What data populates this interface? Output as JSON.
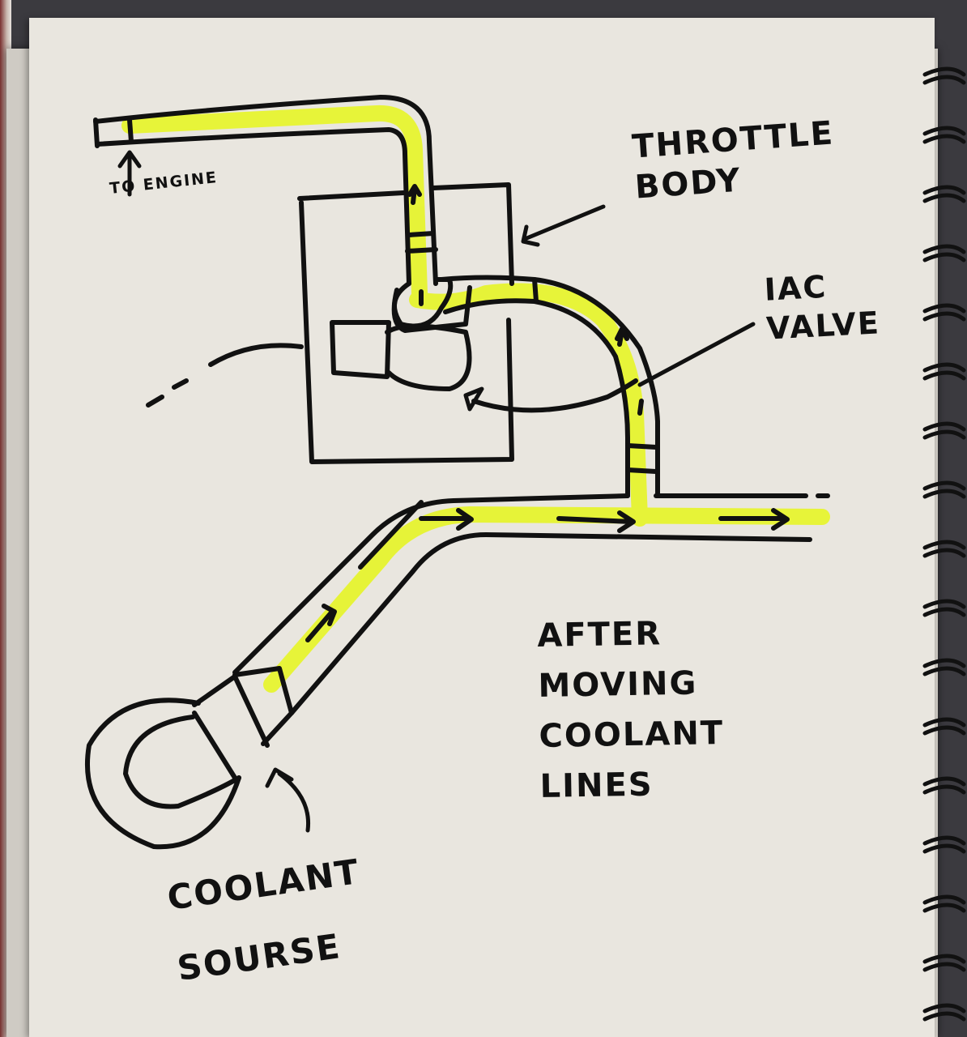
{
  "labels": {
    "to_engine": "TO ENGINE",
    "throttle_body": "THROTTLE\nBODY",
    "iac_valve": "IAC\nVALVE",
    "caption": "AFTER\nMOVING\nCOOLANT\nLINES",
    "coolant_source": "COOLANT\nSOURSE"
  },
  "colors": {
    "ink": "#111111",
    "highlight": "#e6f52a",
    "paper": "#e9e6df"
  }
}
